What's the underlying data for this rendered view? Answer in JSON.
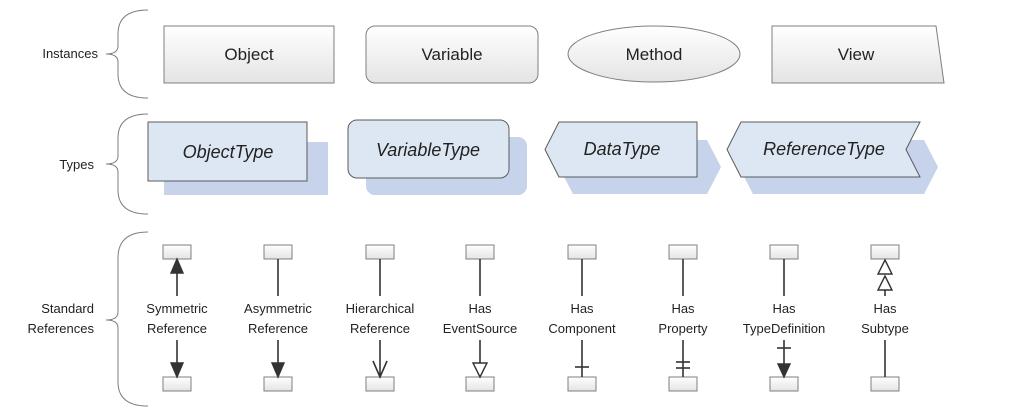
{
  "colors": {
    "box_fill_top": "#ffffff",
    "box_fill_bottom": "#e6e6e6",
    "box_stroke": "#7f7f7f",
    "type_fill": "#dde6f3",
    "type_shadow": "#c6d3ea",
    "line": "#333333"
  },
  "rows": {
    "instances": "Instances",
    "types": "Types",
    "standard_references_line1": "Standard",
    "standard_references_line2": "References"
  },
  "instances": {
    "object": "Object",
    "variable": "Variable",
    "method": "Method",
    "view": "View"
  },
  "types": {
    "object_type": "ObjectType",
    "variable_type": "VariableType",
    "data_type": "DataType",
    "reference_type": "ReferenceType"
  },
  "references": [
    {
      "line1": "Symmetric",
      "line2": "Reference",
      "style": "symmetric"
    },
    {
      "line1": "Asymmetric",
      "line2": "Reference",
      "style": "asymmetric"
    },
    {
      "line1": "Hierarchical",
      "line2": "Reference",
      "style": "hierarchical"
    },
    {
      "line1": "Has",
      "line2": "EventSource",
      "style": "event-source"
    },
    {
      "line1": "Has",
      "line2": "Component",
      "style": "component"
    },
    {
      "line1": "Has",
      "line2": "Property",
      "style": "property"
    },
    {
      "line1": "Has",
      "line2": "TypeDefinition",
      "style": "type-definition"
    },
    {
      "line1": "Has",
      "line2": "Subtype",
      "style": "subtype"
    }
  ]
}
